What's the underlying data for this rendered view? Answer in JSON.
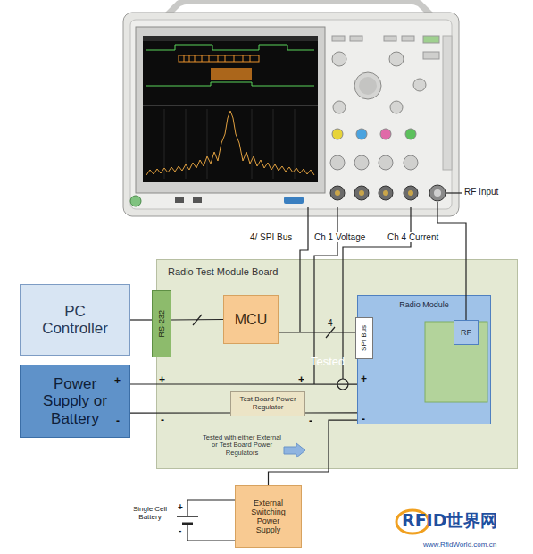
{
  "diagram": {
    "nodes": [
      {
        "text": [
          "Radio Test Module Board"
        ]
      },
      {
        "text": [
          "PC Controller"
        ]
      },
      {
        "text": [
          "RS-232"
        ],
        "in": 0
      },
      {
        "text": [
          "MCU"
        ],
        "in": 0
      },
      {
        "text": [
          "Test Board Power Regulator"
        ],
        "in": 0
      },
      {
        "text": [
          "Radio Module"
        ],
        "in": 0
      },
      {
        "text": [
          "SPI Bus"
        ],
        "in": 5
      },
      {
        "text": [
          "RF"
        ],
        "in": 5
      },
      {
        "text": [
          "Power Supply or Battery"
        ]
      },
      {
        "text": [
          "External Switching Power Supply"
        ]
      }
    ],
    "edges": [
      {
        "from": 1,
        "to": 2,
        "arrow": "none"
      },
      {
        "from": 2,
        "to": 3,
        "arrow": "none"
      },
      {
        "from": 3,
        "to": 6,
        "label": "4",
        "arrow": "none"
      },
      {
        "from": 8,
        "to": 5,
        "arrow": "none"
      },
      {
        "from": 8,
        "to": 4,
        "arrow": "none"
      },
      {
        "from": 4,
        "to": 5,
        "arrow": "none"
      },
      {
        "from": 9,
        "to": 5,
        "arrow": "none"
      }
    ],
    "labels": [
      "4/ SPI Bus",
      "Ch 1 Voltage",
      "Ch 4 Current",
      "RF Input",
      "+",
      "-",
      "+",
      "-",
      "+",
      "-",
      "+",
      "-",
      "Tested",
      "Tested with either External or Test Board Power Regulators",
      "Single Cell Battery",
      "+",
      "-",
      "RFID世界网",
      "www.RfidWorld.com.cn"
    ]
  }
}
